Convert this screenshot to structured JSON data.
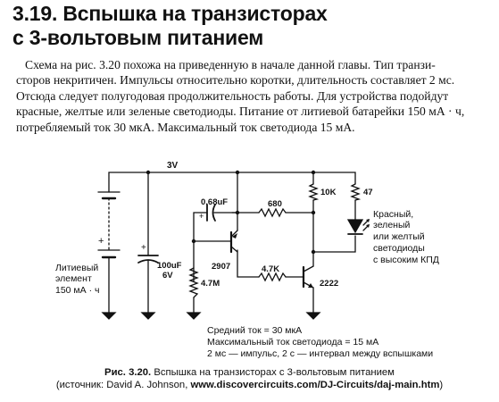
{
  "section": {
    "title_line1": "3.19. Вспышка на транзисторах",
    "title_line2": "с 3-вольтовым питанием"
  },
  "paragraph": [
    "Схема на рис. 3.20 похожа на приведенную в начале данной главы. Тип транзи-",
    "сторов некритичен. Импульсы относительно коротки, длительность составляет 2 мс.",
    "Отсюда следует полугодовая продолжительность работы. Для устройства подойдут",
    "красные, желтые или зеленые светодиоды. Питание от литиевой батарейки 150 мА · ч,",
    "потребляемый ток 30 мкА. Максимальный ток светодиода 15 мА."
  ],
  "schematic": {
    "supply_label": "3V",
    "battery_label": [
      "Литиевый",
      "элемент",
      "150 мА · ч"
    ],
    "battery_plus": "+",
    "cap_small_value": "0.68uF",
    "cap_small_plus": "+",
    "cap_big_value": [
      "100uF",
      "6V"
    ],
    "cap_big_plus": "+",
    "r680": "680",
    "r10k": "10K",
    "r47": "47",
    "r4_7k": "4.7K",
    "r4_7m": "4.7M",
    "q1": "2907",
    "q2": "2222",
    "led_label": [
      "Красный,",
      "зеленый",
      "или желтый",
      "светодиоды",
      "с высоким КПД"
    ],
    "notes": [
      "Средний ток = 30 мкА",
      "Максимальный ток светодиода = 15 мА",
      "2 мс — импульс, 2 с — интервал между вспышками"
    ]
  },
  "caption": {
    "fig_label": "Рис. 3.20.",
    "fig_text": " Вспышка на транзисторах с 3-вольтовым питанием",
    "source_prefix": "(источник: David A. Johnson, ",
    "source_url": "www.discovercircuits.com/DJ-Circuits/daj-main.htm",
    "source_suffix": ")"
  }
}
